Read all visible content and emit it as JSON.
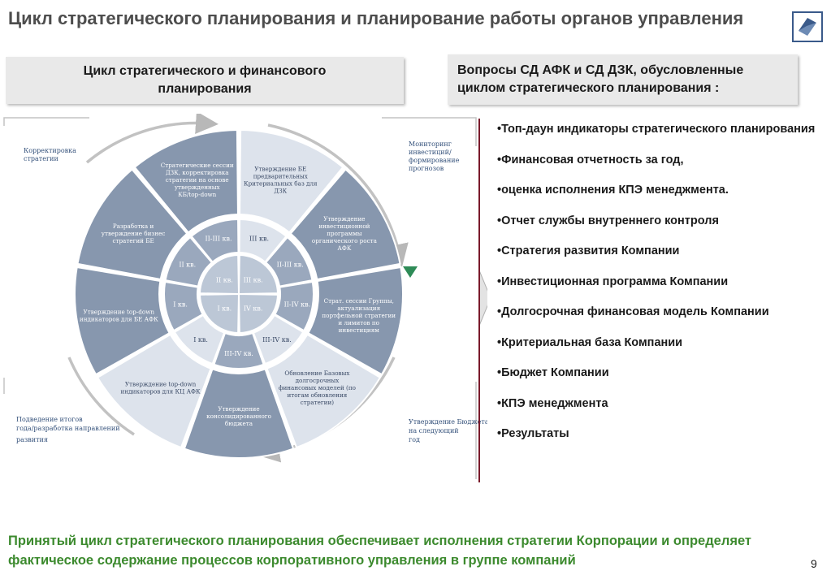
{
  "title": "Цикл стратегического планирования и планирование работы органов управления",
  "left_header": "Цикл стратегического и финансового планирования",
  "right_header": "Вопросы СД АФК и СД ДЗК, обусловленные циклом стратегического планирования :",
  "cycle": {
    "outer_segments": [
      "Стратегические сессии ДЗК, корректировка стратегии на основе утвержденных КБ/top-down",
      "Утверждение БЕ предварительных Критериальных баз для ДЗК",
      "Утверждение инвестиционной программы органического роста АФК",
      "Страт. сессии Группы, актуализация портфельной стратегии и лимитов по инвестициям",
      "Обновление Базовых долгосрочных финансовых моделей (по итогам обновления стратегии)",
      "Утверждение консолидированного бюджета",
      "Утверждение top-down индикаторов для КЦ АФК",
      "Утверждение top-down индикаторов для БЕ АФК",
      "Разработка и утверждение бизнес стратегий БЕ"
    ],
    "middle_labels": [
      "II-III кв.",
      "III кв.",
      "II-III кв.",
      "II-IV кв.",
      "III-IV кв.",
      "III-IV кв.",
      "I кв.",
      "I кв.",
      "II кв."
    ],
    "center_quarters": [
      "II кв.",
      "III кв.",
      "I кв.",
      "IV кв."
    ],
    "side_labels": {
      "top_left": "Корректировка стратегии",
      "top_right": "Мониторинг инвестиций/ формирование прогнозов",
      "bottom_left": "Подведение итогов года/разработка направлений развития",
      "bottom_right": "Утверждение Бюджета на следующий год"
    }
  },
  "questions": [
    "•Топ-даун индикаторы стратегического планирования",
    "•Финансовая отчетность за год,",
    "•оценка исполнения КПЭ менеджмента.",
    "•Отчет службы внутреннего контроля",
    "•Стратегия развития Компании",
    "•Инвестиционная программа Компании",
    "•Долгосрочная финансовая модель Компании",
    "•Критериальная база Компании",
    "•Бюджет Компании",
    "•КПЭ менеджмента",
    "•Результаты"
  ],
  "footer": "Принятый цикл стратегического планирования обеспечивает исполнения стратегии Корпорации и определяет фактическое содержание процессов корпоративного управления в группе компаний",
  "page_number": "9",
  "colors": {
    "dark_segment": "#8797ae",
    "light_segment": "#dde3ec",
    "center": "#bcc7d6",
    "footer_text": "#3c8a2e",
    "divider": "#7a1a2b",
    "marker": "#2e8b57"
  }
}
